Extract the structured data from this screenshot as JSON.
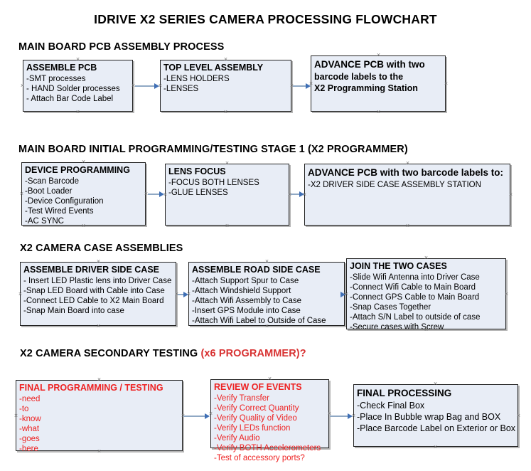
{
  "document": {
    "title": "IDRIVE X2  SERIES CAMERA PROCESSING FLOWCHART"
  },
  "sections": [
    {
      "id": "main-board-pcb-assembly",
      "heading": "MAIN BOARD PCB ASSEMBLY PROCESS",
      "heading_accent": ""
    },
    {
      "id": "main-board-initial-programming",
      "heading": "MAIN BOARD INITIAL PROGRAMMING/TESTING STAGE 1 (X2 PROGRAMMER)",
      "heading_accent": ""
    },
    {
      "id": "x2-camera-case-assemblies",
      "heading": "X2 CAMERA CASE ASSEMBLIES",
      "heading_accent": ""
    },
    {
      "id": "x2-camera-secondary-testing",
      "heading": "X2 CAMERA SECONDARY TESTING ",
      "heading_accent": "(x6 PROGRAMMER)?"
    }
  ],
  "nodes": {
    "assemble_pcb": {
      "title": "ASSEMBLE PCB",
      "lines": [
        "-SMT processes",
        "- HAND Solder processes",
        "- Attach Bar Code Label"
      ]
    },
    "top_level_assembly": {
      "title": "TOP LEVEL ASSEMBLY",
      "lines": [
        "-LENS HOLDERS",
        "-LENSES"
      ]
    },
    "advance_pcb_prog_station": {
      "title": "ADVANCE PCB with two",
      "lines": [
        "barcode labels to the",
        " X2 Programming Station"
      ]
    },
    "device_programming": {
      "title": "DEVICE PROGRAMMING",
      "lines": [
        "-Scan Barcode",
        "-Boot Loader",
        "-Device Configuration",
        "-Test Wired Events",
        "-AC SYNC"
      ]
    },
    "lens_focus": {
      "title": "LENS FOCUS",
      "lines": [
        "-FOCUS BOTH LENSES",
        "-GLUE LENSES"
      ]
    },
    "advance_pcb_driver_side": {
      "title": "ADVANCE PCB with two barcode labels to:",
      "lines": [
        "-X2 DRIVER  SIDE  CASE  ASSEMBLY STATION"
      ]
    },
    "assemble_driver_side_case": {
      "title": "ASSEMBLE DRIVER SIDE CASE",
      "lines": [
        "- Insert LED Plastic lens into Driver Case",
        "-Snap LED Board with Cable into Case",
        "-Connect LED Cable to X2 Main Board",
        "-Snap Main Board into case"
      ]
    },
    "assemble_road_side_case": {
      "title": "ASSEMBLE ROAD SIDE CASE",
      "lines": [
        "-Attach Support Spur to Case",
        "-Attach Windshield Support",
        "-Attach Wifi Assembly to Case",
        "-Insert GPS Module into Case",
        "-Attach Wifi Label to Outside of Case"
      ]
    },
    "join_the_two_cases": {
      "title": "JOIN THE TWO CASES",
      "lines": [
        "-Slide Wifi Antenna into Driver Case",
        "-Connect Wifi Cable to Main Board",
        "-Connect GPS Cable to Main Board",
        "-Snap Cases Together",
        "-Attach S/N Label to outside of case",
        "-Secure cases with Screw"
      ]
    },
    "final_programming_testing": {
      "title": "FINAL PROGRAMMING / TESTING",
      "lines": [
        "-need",
        "-to",
        "-know",
        "-what",
        "-goes",
        "-here"
      ]
    },
    "review_of_events": {
      "title": "REVIEW OF EVENTS",
      "lines": [
        "-Verify Transfer",
        "-Verify Correct Quantity",
        "-Verify Quality of Video",
        "-Verify LEDs function",
        "-Verify Audio",
        "-Verify BOTH Accelerometers",
        "-Test of accessory ports?"
      ]
    },
    "final_processing": {
      "title": "FINAL PROCESSING",
      "lines": [
        " -Check Final Box",
        "-Place In Bubble wrap Bag and BOX",
        "-Place Barcode Label on Exterior or Box"
      ]
    }
  },
  "colors": {
    "node_fill": "#e8edf6",
    "node_border": "#222222",
    "connector_line": "#8fa8c4",
    "connector_arrow": "#3f6fb5",
    "accent_red": "#ee2222",
    "heading_accent_red": "#d83232"
  }
}
